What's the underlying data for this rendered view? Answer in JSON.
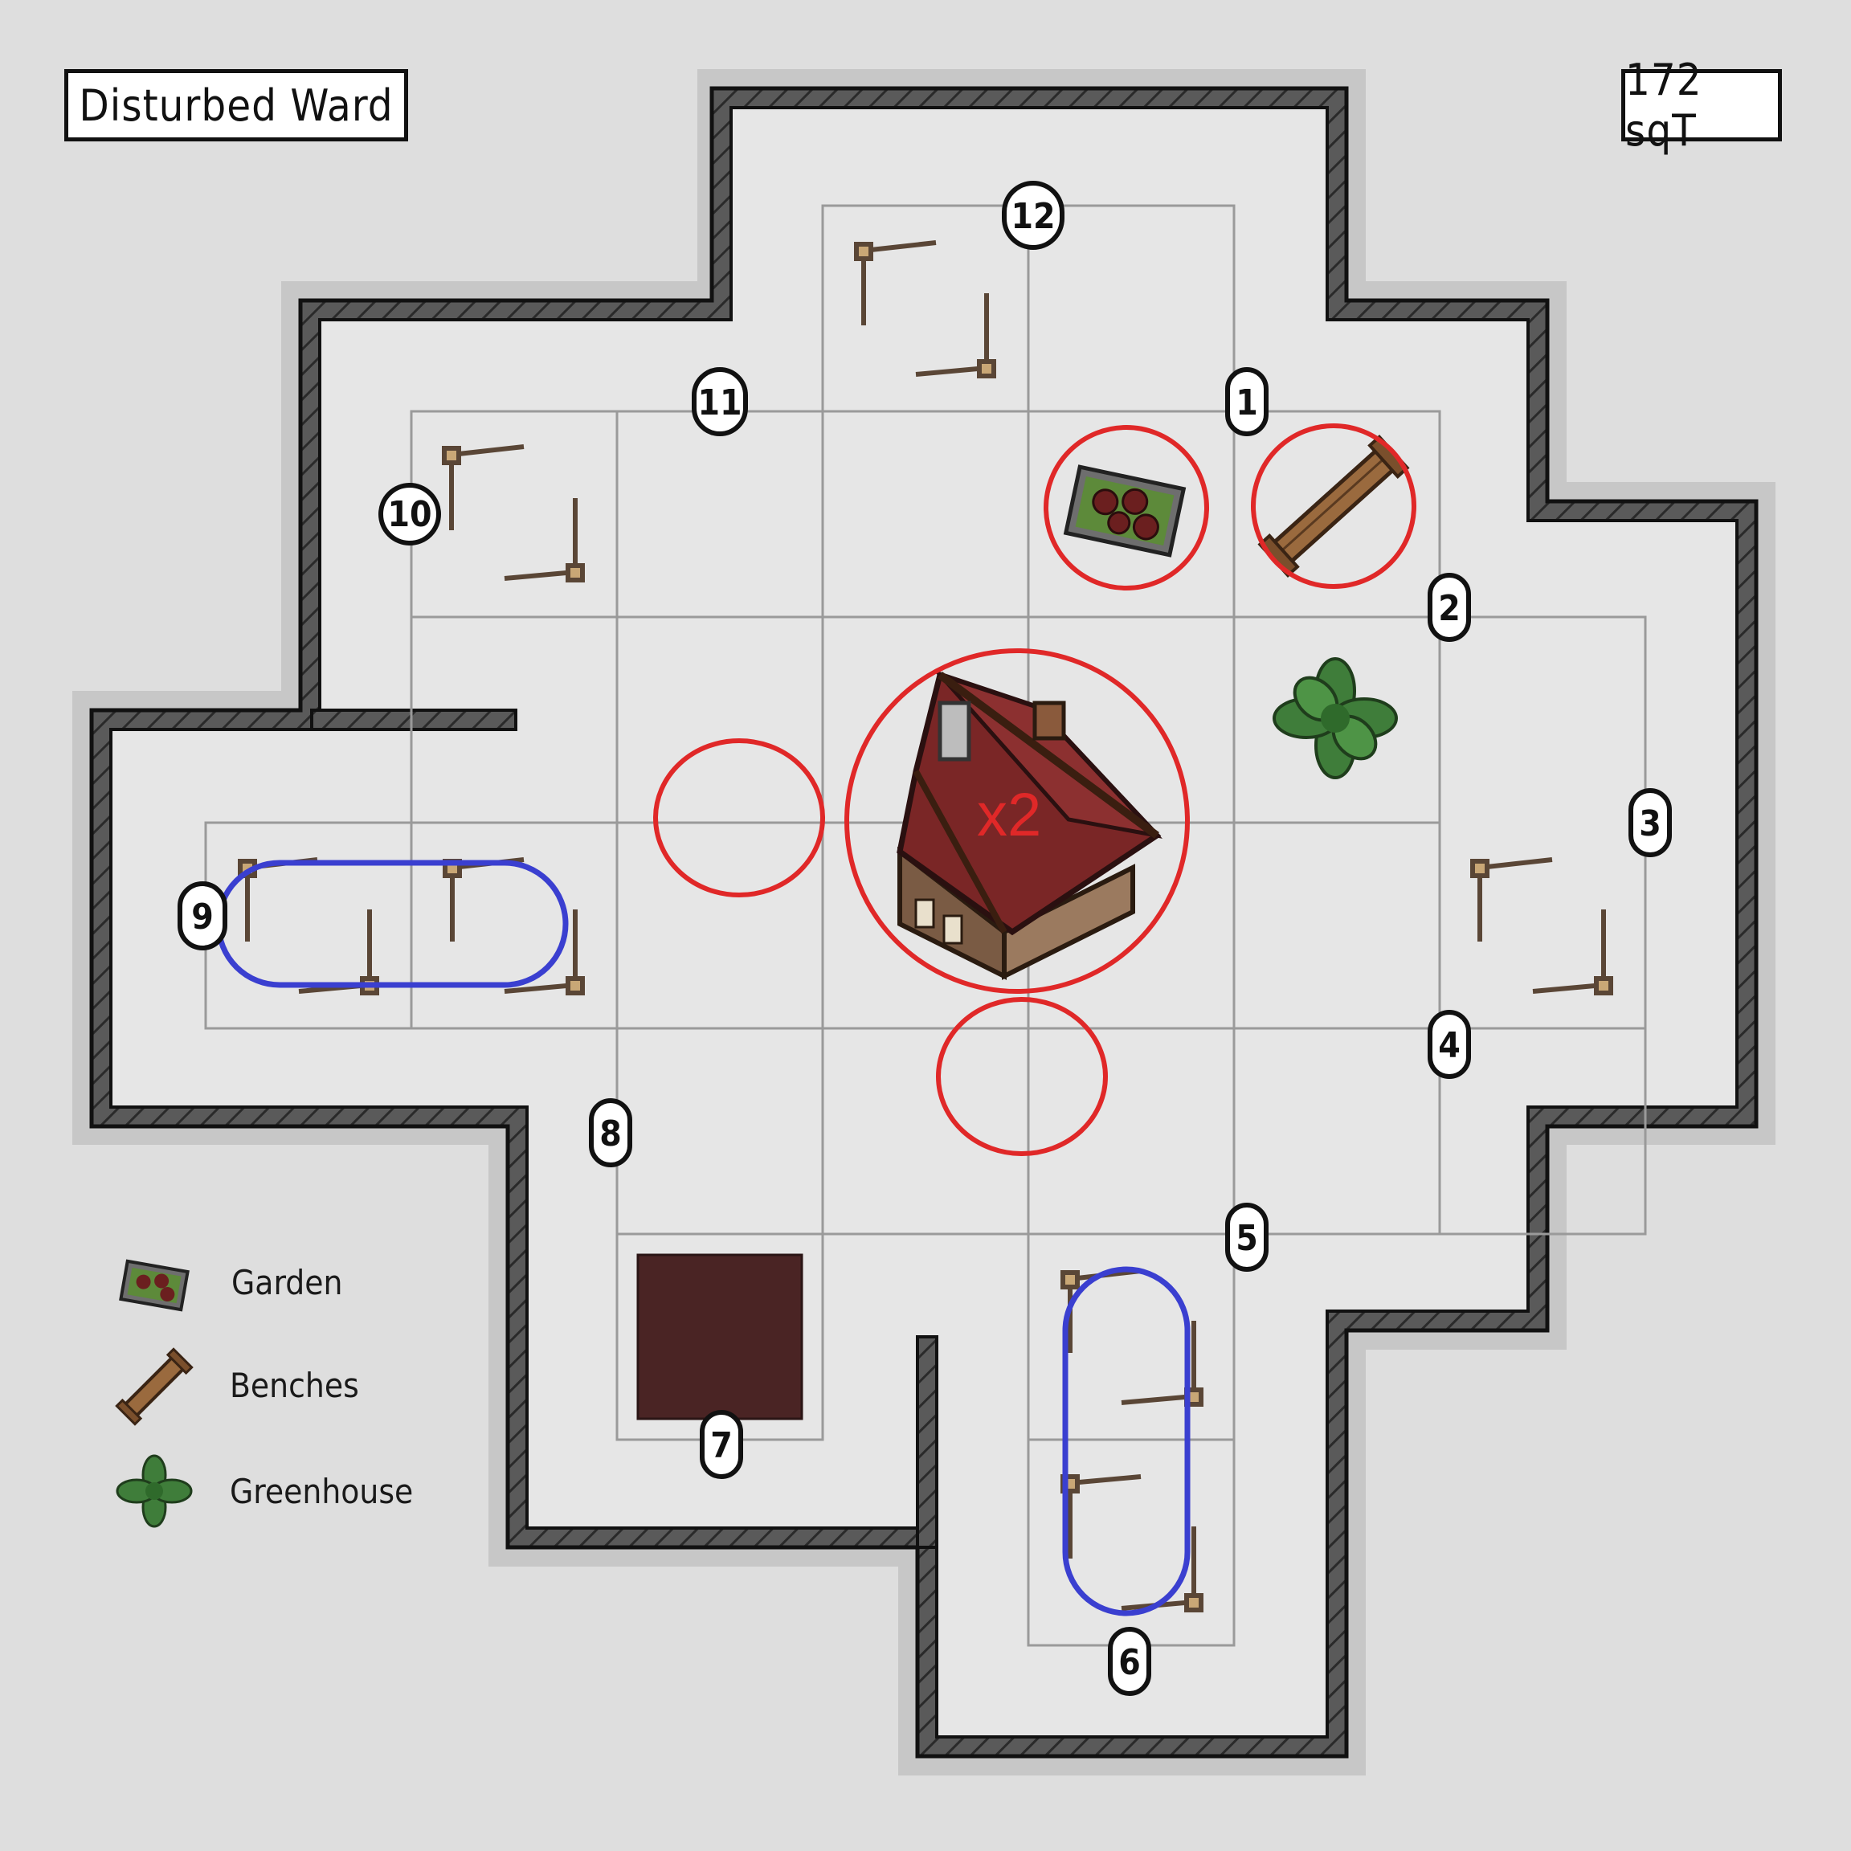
{
  "map": {
    "title": "Disturbed Ward",
    "area": "172 sqT",
    "building_multiplier": "x2"
  },
  "legend": [
    {
      "icon": "garden-icon",
      "label": "Garden"
    },
    {
      "icon": "bench-icon",
      "label": "Benches"
    },
    {
      "icon": "greenhouse-icon",
      "label": "Greenhouse"
    }
  ],
  "zones": [
    "1",
    "2",
    "3",
    "4",
    "5",
    "6",
    "7",
    "8",
    "9",
    "10",
    "11",
    "12"
  ],
  "colors": {
    "background": "#dedede",
    "wall": "#3a3a3a",
    "floor": "#e6e6e6",
    "highlight_red": "#e02828",
    "highlight_blue": "#3a3fd0",
    "grid": "#9a9a9a",
    "roof": "#6b2424",
    "dark_tile": "#4a2424"
  }
}
